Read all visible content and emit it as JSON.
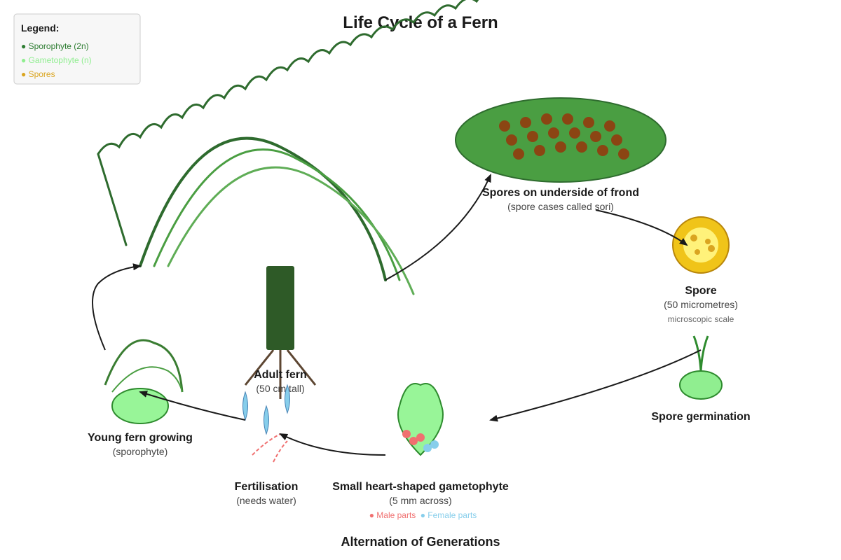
{
  "title": "Life Cycle of a Fern",
  "footer": "Alternation of Generations",
  "legend": {
    "heading": "Legend:",
    "items": [
      {
        "label": "● Sporophyte (2n)",
        "color": "#2e7d32"
      },
      {
        "label": "● Gametophyte (n)",
        "color": "#90ee90"
      },
      {
        "label": "● Spores",
        "color": "#daa520"
      }
    ]
  },
  "stages": {
    "sori": {
      "title": "Spores on underside of frond",
      "sub": "(spore cases called sori)"
    },
    "spore": {
      "title": "Spore",
      "sub": "(50 micrometres)",
      "note": "microscopic scale"
    },
    "germination": {
      "title": "Spore germination"
    },
    "gametophyte": {
      "title": "Small heart-shaped gametophyte",
      "sub": "(5 mm across)",
      "male": "● Male parts",
      "female": "● Female parts"
    },
    "fertilisation": {
      "title": "Fertilisation",
      "sub": "(needs water)"
    },
    "young": {
      "title": "Young fern growing",
      "sub": "(sporophyte)"
    },
    "adult": {
      "title": "Adult fern",
      "sub": "(50 cm tall)"
    }
  },
  "colors": {
    "sporophyte_dark": "#2e6b2e",
    "sporophyte_mid": "#4a9e42",
    "sporophyte_light": "#5fad56",
    "gametophyte": "#98f598",
    "spores": "#daa520",
    "sori": "#8b4513",
    "male": "#f07070",
    "female": "#87ceeb",
    "arrow": "#1a1a1a"
  }
}
